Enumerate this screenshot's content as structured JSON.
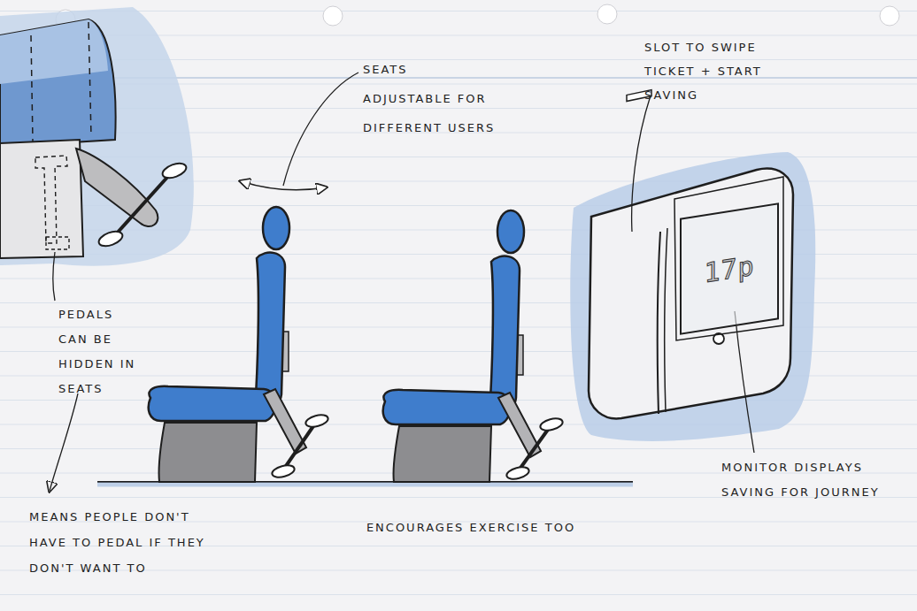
{
  "diagram": {
    "nodes": [
      {
        "text": [
          "17p"
        ]
      }
    ],
    "labels": [
      "SEATS ADJUSTABLE FOR DIFFERENT USERS",
      "SLOT TO SWIPE TICKET + START SAVING",
      "PEDALS CAN BE HIDDEN IN SEATS",
      "MEANS PEOPLE DON'T HAVE TO PEDAL IF THEY DON'T WANT TO",
      "ENCOURAGES EXERCISE TOO",
      "MONITOR DISPLAYS SAVING FOR JOURNEY"
    ]
  }
}
